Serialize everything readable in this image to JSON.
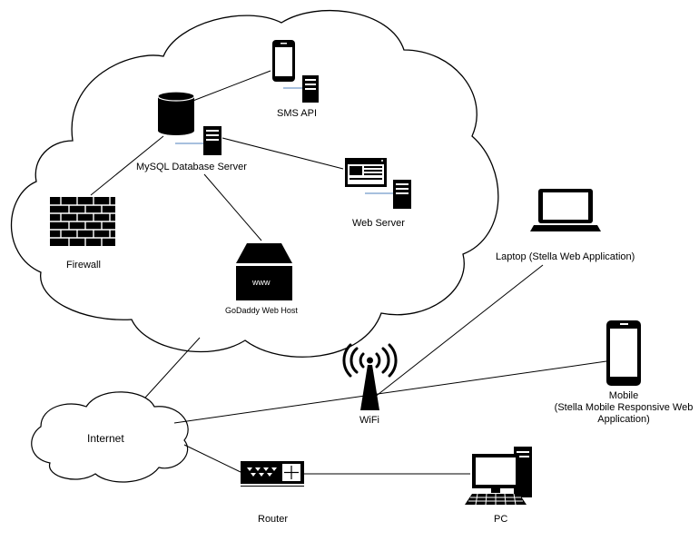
{
  "labels": {
    "sms_api": "SMS API",
    "mysql_server": "MySQL Database Server",
    "web_server": "Web Server",
    "firewall": "Firewall",
    "godaddy": "GoDaddy Web Host",
    "www": "www",
    "laptop": "Laptop (Stella Web Application)",
    "mobile_line1": "Mobile",
    "mobile_line2": "(Stella Mobile Responsive Web",
    "mobile_line3": "Application)",
    "wifi": "WiFi",
    "internet": "Internet",
    "router": "Router",
    "pc": "PC"
  },
  "colors": {
    "stroke": "#000000",
    "accent_line": "#4f81bd"
  },
  "icons": [
    "cloud-icon",
    "smartphone-icon",
    "server-tower-icon",
    "database-icon",
    "web-page-icon",
    "firewall-brick-icon",
    "web-host-box-icon",
    "laptop-icon",
    "mobile-phone-icon",
    "wifi-antenna-icon",
    "router-icon",
    "desktop-pc-icon"
  ]
}
